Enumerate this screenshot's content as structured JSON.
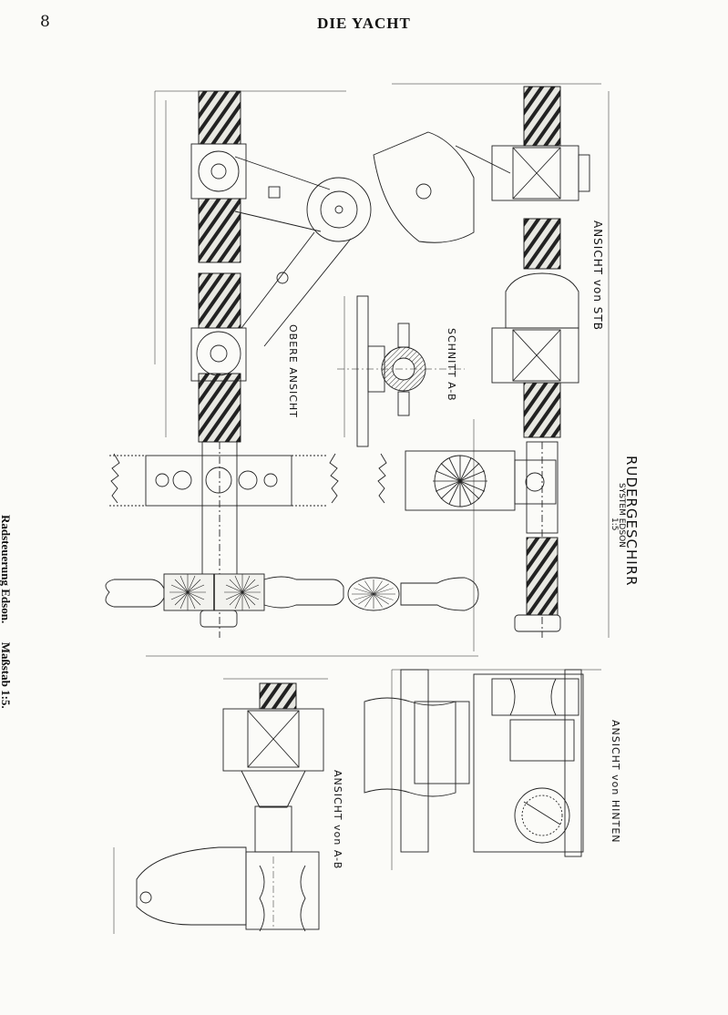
{
  "header": {
    "page_number": "8",
    "title": "DIE YACHT"
  },
  "caption": {
    "name": "Radsteuerung Edson.",
    "scale": "Maßstab 1:5."
  },
  "drawing_labels": {
    "obere_ansicht": "OBERE ANSICHT",
    "schnitt": "SCHNITT A-B",
    "ansicht_stb": "ANSICHT von STB",
    "ruder_title": "RUDERGESCHIRR",
    "ruder_system": "SYSTEM EDSON",
    "ruder_scale": "1:5",
    "ansicht_hinten": "ANSICHT von HINTEN",
    "ansicht_ab": "ANSICHT von A-B"
  }
}
